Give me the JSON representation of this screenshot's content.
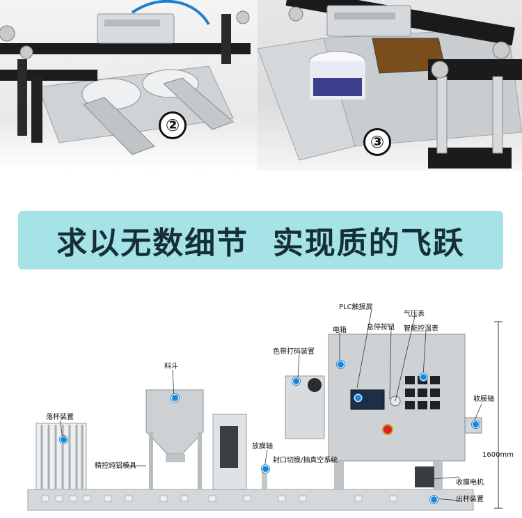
{
  "photos": [
    {
      "step_label": "②"
    },
    {
      "step_label": "③"
    }
  ],
  "banner": {
    "text": "求以无数细节  实现质的飞跃"
  },
  "diagram": {
    "callouts": {
      "plc": "PLC触摸屏",
      "air_gauge": "气压表",
      "electric_box": "电箱",
      "estop": "急停按钮",
      "temp_ctrl": "智能控温表",
      "printer": "色带打码装置",
      "hopper": "料斗",
      "film_reel": "收膜轴",
      "cup_drop": "落杯装置",
      "mold": "精控纯铝模具",
      "unwind": "放膜轴",
      "seal": "封口切膜/抽真空系统",
      "film_motor": "收膜电机",
      "cup_out": "出杯装置"
    },
    "height_label": "1600mm"
  },
  "colors": {
    "banner_bg": "#a5e3e6",
    "banner_text": "#152e38",
    "callout_dot": "#1b86d6"
  }
}
